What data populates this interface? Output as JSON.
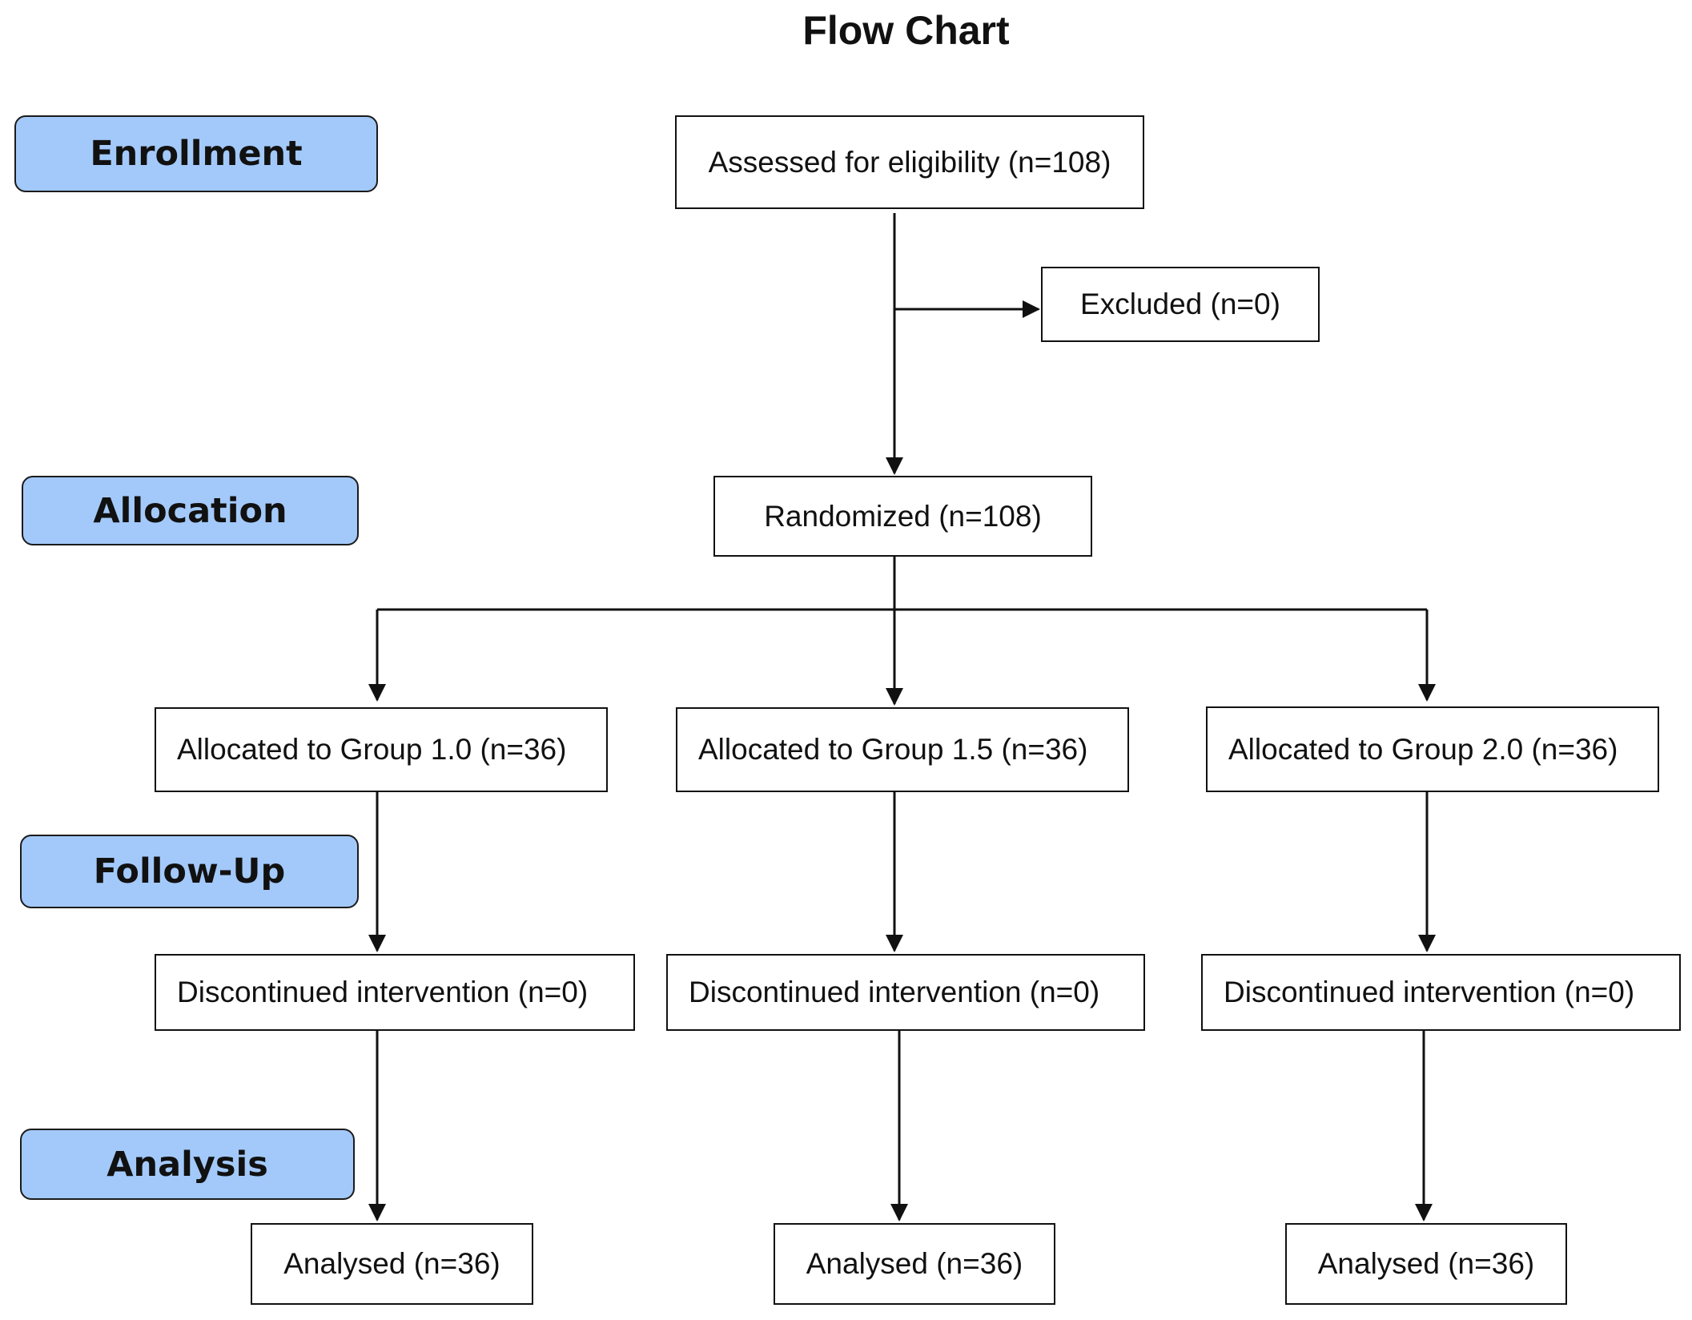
{
  "title": "Flow Chart",
  "colors": {
    "stage_fill": "#a3c9fa",
    "line": "#111111",
    "text": "#111111"
  },
  "stages": {
    "enrollment": "Enrollment",
    "allocation": "Allocation",
    "follow_up": "Follow-Up",
    "analysis": "Analysis"
  },
  "boxes": {
    "assessed": "Assessed for eligibility (n=108)",
    "excluded": "Excluded  (n=0)",
    "randomized": "Randomized (n=108)",
    "groups": [
      {
        "allocated": "Allocated to Group 1.0 (n=36)",
        "discontinued": "Discontinued intervention (n=0)",
        "analysed": "Analysed  (n=36)"
      },
      {
        "allocated": "Allocated to Group 1.5 (n=36)",
        "discontinued": "Discontinued intervention (n=0)",
        "analysed": "Analysed  (n=36)"
      },
      {
        "allocated": "Allocated to Group 2.0 (n=36)",
        "discontinued": "Discontinued intervention (n=0)",
        "analysed": "Analysed  (n=36)"
      }
    ]
  }
}
